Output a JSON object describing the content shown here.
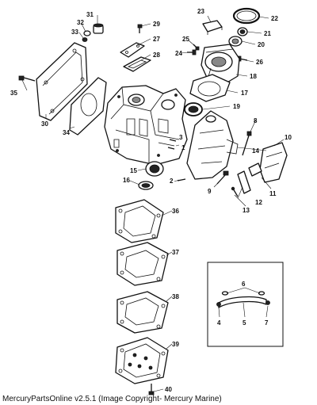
{
  "footer": {
    "text": "MercuryPartsOnline v2.5.1 (Image Copyright- Mercury Marine)"
  },
  "callouts": {
    "c1": "1",
    "c2": "2",
    "c3": "3",
    "c4": "4",
    "c5": "5",
    "c6": "6",
    "c7": "7",
    "c8": "8",
    "c9": "9",
    "c10": "10",
    "c11": "11",
    "c12": "12",
    "c13": "13",
    "c14": "14",
    "c15": "15",
    "c16": "16",
    "c17": "17",
    "c18": "18",
    "c19": "19",
    "c20": "20",
    "c21": "21",
    "c22": "22",
    "c23": "23",
    "c24": "24",
    "c25": "25",
    "c26": "26",
    "c27": "27",
    "c28": "28",
    "c29": "29",
    "c30": "30",
    "c31": "31",
    "c32": "32",
    "c33": "33",
    "c34": "34",
    "c35": "35",
    "c36": "36",
    "c37": "37",
    "c38": "38",
    "c39": "39",
    "c40": "40"
  }
}
